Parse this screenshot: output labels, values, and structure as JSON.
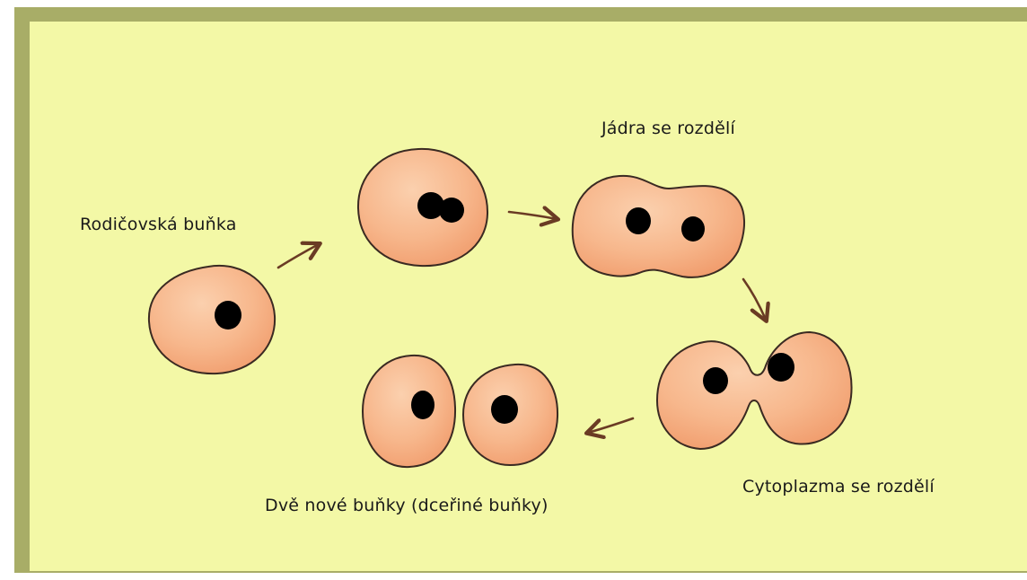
{
  "labels": {
    "parent_cell": "Rodičovská buňka",
    "nuclei_divide": "Jádra se rozdělí",
    "cytoplasm_divides": "Cytoplazma se rozdělí",
    "daughter_cells": "Dvě nové buňky (dceřiné buňky)"
  },
  "colors": {
    "frame": "#a8ad67",
    "background": "#f3f8a6",
    "cell_fill": "#f6b58a",
    "cell_outline": "#3a2a22",
    "nucleus": "#000000",
    "arrow": "#6a3b24"
  },
  "stages": [
    "parent-cell",
    "replicating-cell",
    "nuclei-divided-cell",
    "cytokinesis-cell",
    "daughter-cells"
  ]
}
